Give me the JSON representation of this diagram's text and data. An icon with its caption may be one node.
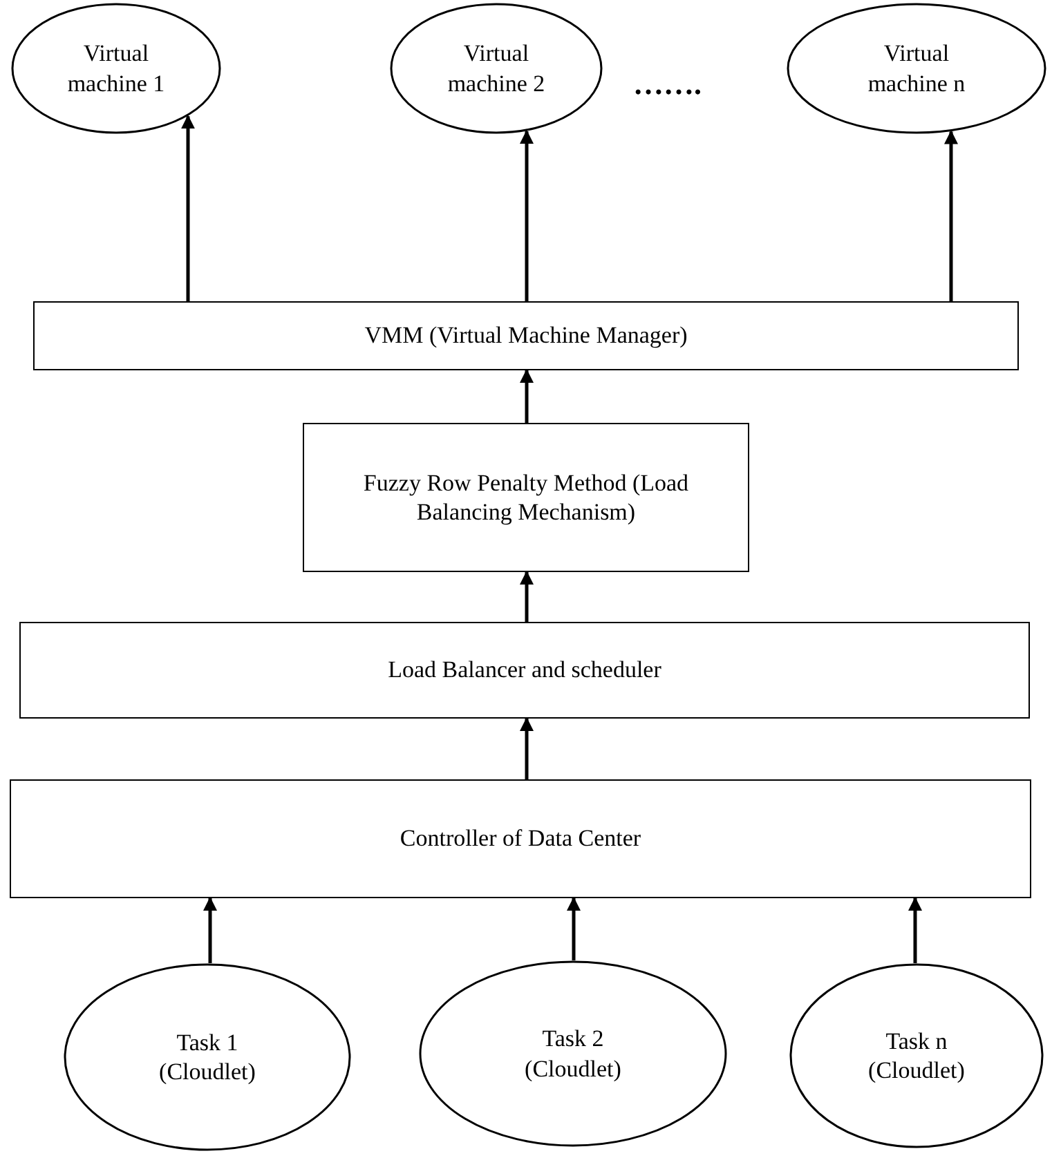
{
  "diagram": {
    "nodes": [
      {
        "text": [
          "Virtual machine 1"
        ]
      },
      {
        "text": [
          "Virtual machine 2"
        ]
      },
      {
        "text": [
          "Virtual machine n"
        ]
      },
      {
        "text": [
          "VMM (Virtual Machine Manager)"
        ]
      },
      {
        "text": [
          "Fuzzy Row Penalty Method (Load Balancing Mechanism)"
        ]
      },
      {
        "text": [
          "Load Balancer and scheduler"
        ]
      },
      {
        "text": [
          "Controller of Data Center"
        ]
      },
      {
        "text": [
          "Task 1 (Cloudlet)"
        ]
      },
      {
        "text": [
          "Task 2 (Cloudlet)"
        ]
      },
      {
        "text": [
          "Task n (Cloudlet)"
        ]
      }
    ],
    "edges": [
      {
        "from": 3,
        "to": 0,
        "arrow": "to"
      },
      {
        "from": 3,
        "to": 1,
        "arrow": "to"
      },
      {
        "from": 3,
        "to": 2,
        "arrow": "to"
      },
      {
        "from": 4,
        "to": 3,
        "arrow": "to"
      },
      {
        "from": 5,
        "to": 4,
        "arrow": "to"
      },
      {
        "from": 6,
        "to": 5,
        "arrow": "to"
      },
      {
        "from": 7,
        "to": 6,
        "arrow": "to"
      },
      {
        "from": 8,
        "to": 6,
        "arrow": "to"
      },
      {
        "from": 9,
        "to": 6,
        "arrow": "to"
      }
    ],
    "labels": [
      "……."
    ]
  }
}
